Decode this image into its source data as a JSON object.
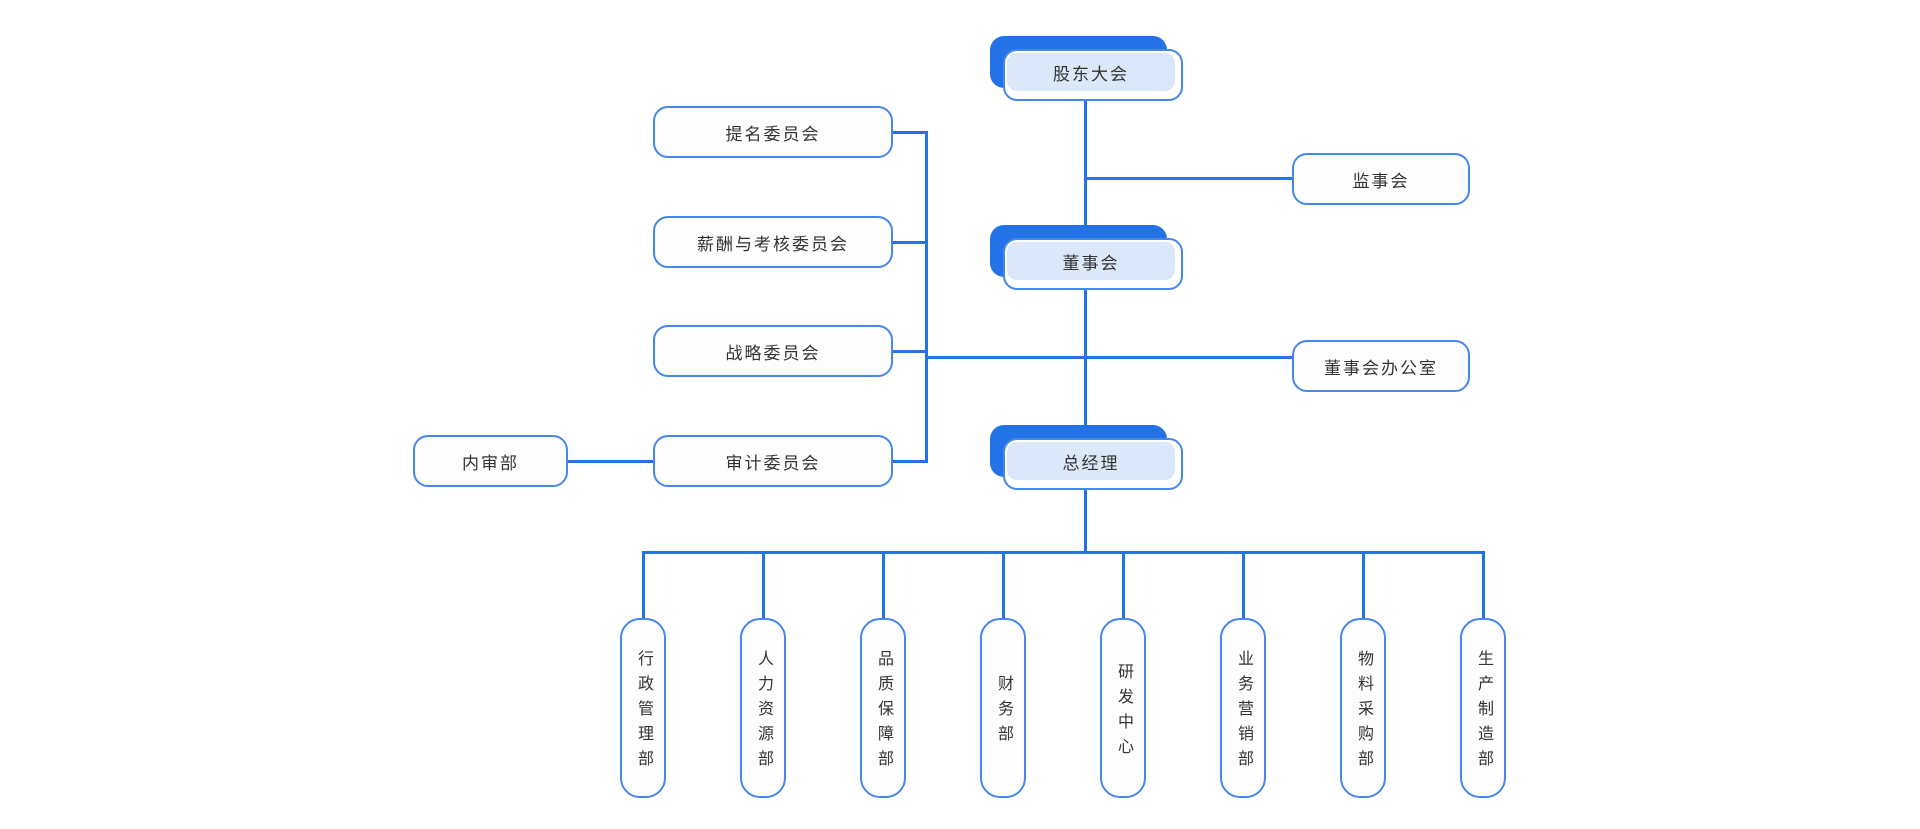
{
  "diagram": {
    "type": "org-chart",
    "palette": {
      "line_blue": "#2373e6",
      "node_border_blue": "#4687ec",
      "accent_back_blue": "#2373e6",
      "accent_fill_light": "#dbe8fa",
      "node_fill_white": "#fdfdfe",
      "text_dark": "#333333",
      "background": "#ffffff"
    },
    "nodes": {
      "shareholders": {
        "label": "股东大会"
      },
      "supervisory": {
        "label": "监事会"
      },
      "board": {
        "label": "董事会"
      },
      "board_office": {
        "label": "董事会办公室"
      },
      "gm": {
        "label": "总经理"
      },
      "committees": [
        {
          "label": "提名委员会"
        },
        {
          "label": "薪酬与考核委员会"
        },
        {
          "label": "战略委员会"
        },
        {
          "label": "审计委员会"
        }
      ],
      "internal_audit": {
        "label": "内审部"
      },
      "departments": [
        {
          "label": "行政管理部"
        },
        {
          "label": "人力资源部"
        },
        {
          "label": "品质保障部"
        },
        {
          "label": "财务部"
        },
        {
          "label": "研发中心"
        },
        {
          "label": "业务营销部"
        },
        {
          "label": "物料采购部"
        },
        {
          "label": "生产制造部"
        }
      ]
    },
    "hierarchy": "股东大会 > 董事会 > 总经理 > 8 departments; 监事会 reports beside 股东大会; 董事会办公室 and 4 committees attach to 董事会; 内审部 attaches to 审计委员会"
  }
}
